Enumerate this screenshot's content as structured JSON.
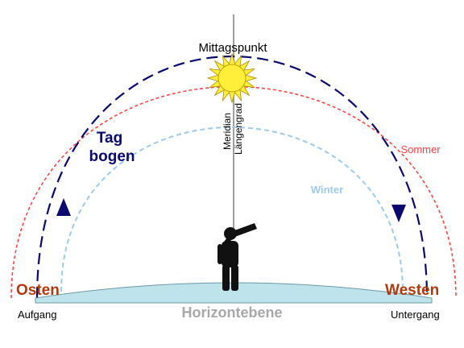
{
  "labels": {
    "zenith": "Mittagspunkt",
    "day_arc_line1": "Tag",
    "day_arc_line2": "bogen",
    "summer": "Sommer",
    "winter": "Winter",
    "meridian": "Meridian",
    "longitude": "Längengrad",
    "east": "Osten",
    "west": "Westen",
    "sunrise": "Aufgang",
    "sunset": "Untergang",
    "horizon": "Horizontebene"
  },
  "colors": {
    "summer_arc": "#ff3b3b",
    "day_arc": "#0a0a6e",
    "winter_arc": "#9ccbee",
    "horizon_fill": "#bfe3ea",
    "direction_text": "#b23a0a",
    "horizon_text": "#a8a8a8",
    "sun_fill": "#ffee3a",
    "meridian_line": "#a0a0a0"
  },
  "icons": {
    "sun": "sun-icon",
    "observer": "observer-with-telescope-icon"
  }
}
